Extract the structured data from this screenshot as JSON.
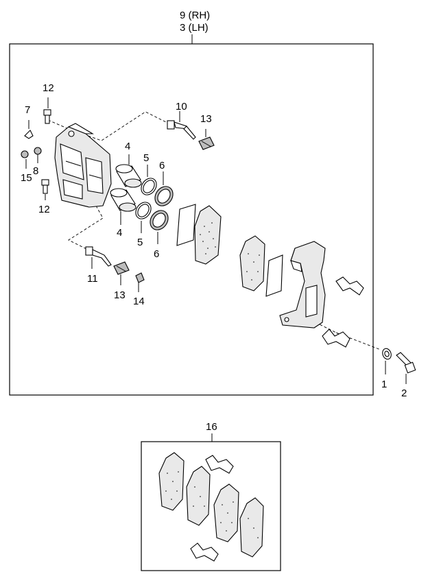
{
  "assembly_label": {
    "rh": "9 (RH)",
    "lh": "3 (LH)"
  },
  "callouts": {
    "c1": "1",
    "c2": "2",
    "c4a": "4",
    "c4b": "4",
    "c5a": "5",
    "c5b": "5",
    "c6a": "6",
    "c6b": "6",
    "c7": "7",
    "c8": "8",
    "c10": "10",
    "c11": "11",
    "c12a": "12",
    "c12b": "12",
    "c13a": "13",
    "c13b": "13",
    "c14": "14",
    "c15": "15",
    "c16": "16"
  }
}
